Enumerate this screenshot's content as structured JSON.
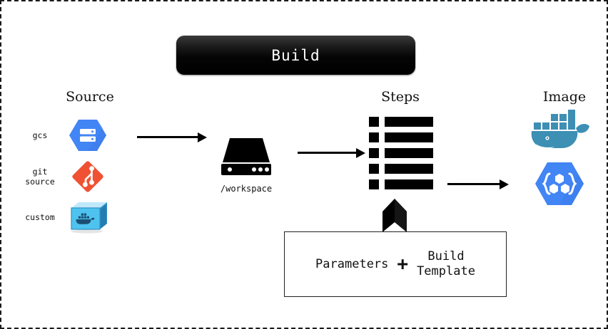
{
  "banner": {
    "title": "Build",
    "background_color": "#000000",
    "text_color": "#ffffff"
  },
  "columns": {
    "source_heading": "Source",
    "steps_heading": "Steps",
    "image_heading": "Image"
  },
  "sources": [
    {
      "label": "gcs",
      "icon": "google-cloud-storage-icon",
      "color": "#4285f4"
    },
    {
      "label": "git\nsource",
      "icon": "git-logo-icon",
      "color": "#f05133"
    },
    {
      "label": "custom",
      "icon": "docker-container-icon",
      "color": "#4ec3ef"
    }
  ],
  "workspace": {
    "label": "/workspace",
    "icon": "server-storage-icon",
    "color": "#000000"
  },
  "steps": {
    "icon": "bulleted-list-icon",
    "row_count": 5,
    "color": "#000000"
  },
  "images": [
    {
      "icon": "docker-whale-icon",
      "color": "#3d8fb3"
    },
    {
      "icon": "google-container-registry-icon",
      "color": "#4285f4"
    }
  ],
  "arrows": [
    {
      "name": "source-to-workspace",
      "direction": "right"
    },
    {
      "name": "workspace-to-steps",
      "direction": "right"
    },
    {
      "name": "steps-to-image",
      "direction": "right"
    },
    {
      "name": "template-to-steps",
      "direction": "up"
    }
  ],
  "params_box": {
    "parameters_label": "Parameters",
    "plus_symbol": "+",
    "template_label": "Build\nTemplate"
  },
  "canvas": {
    "border_style": "dashed",
    "border_color": "#1a1a1a",
    "background": "#ffffff"
  }
}
